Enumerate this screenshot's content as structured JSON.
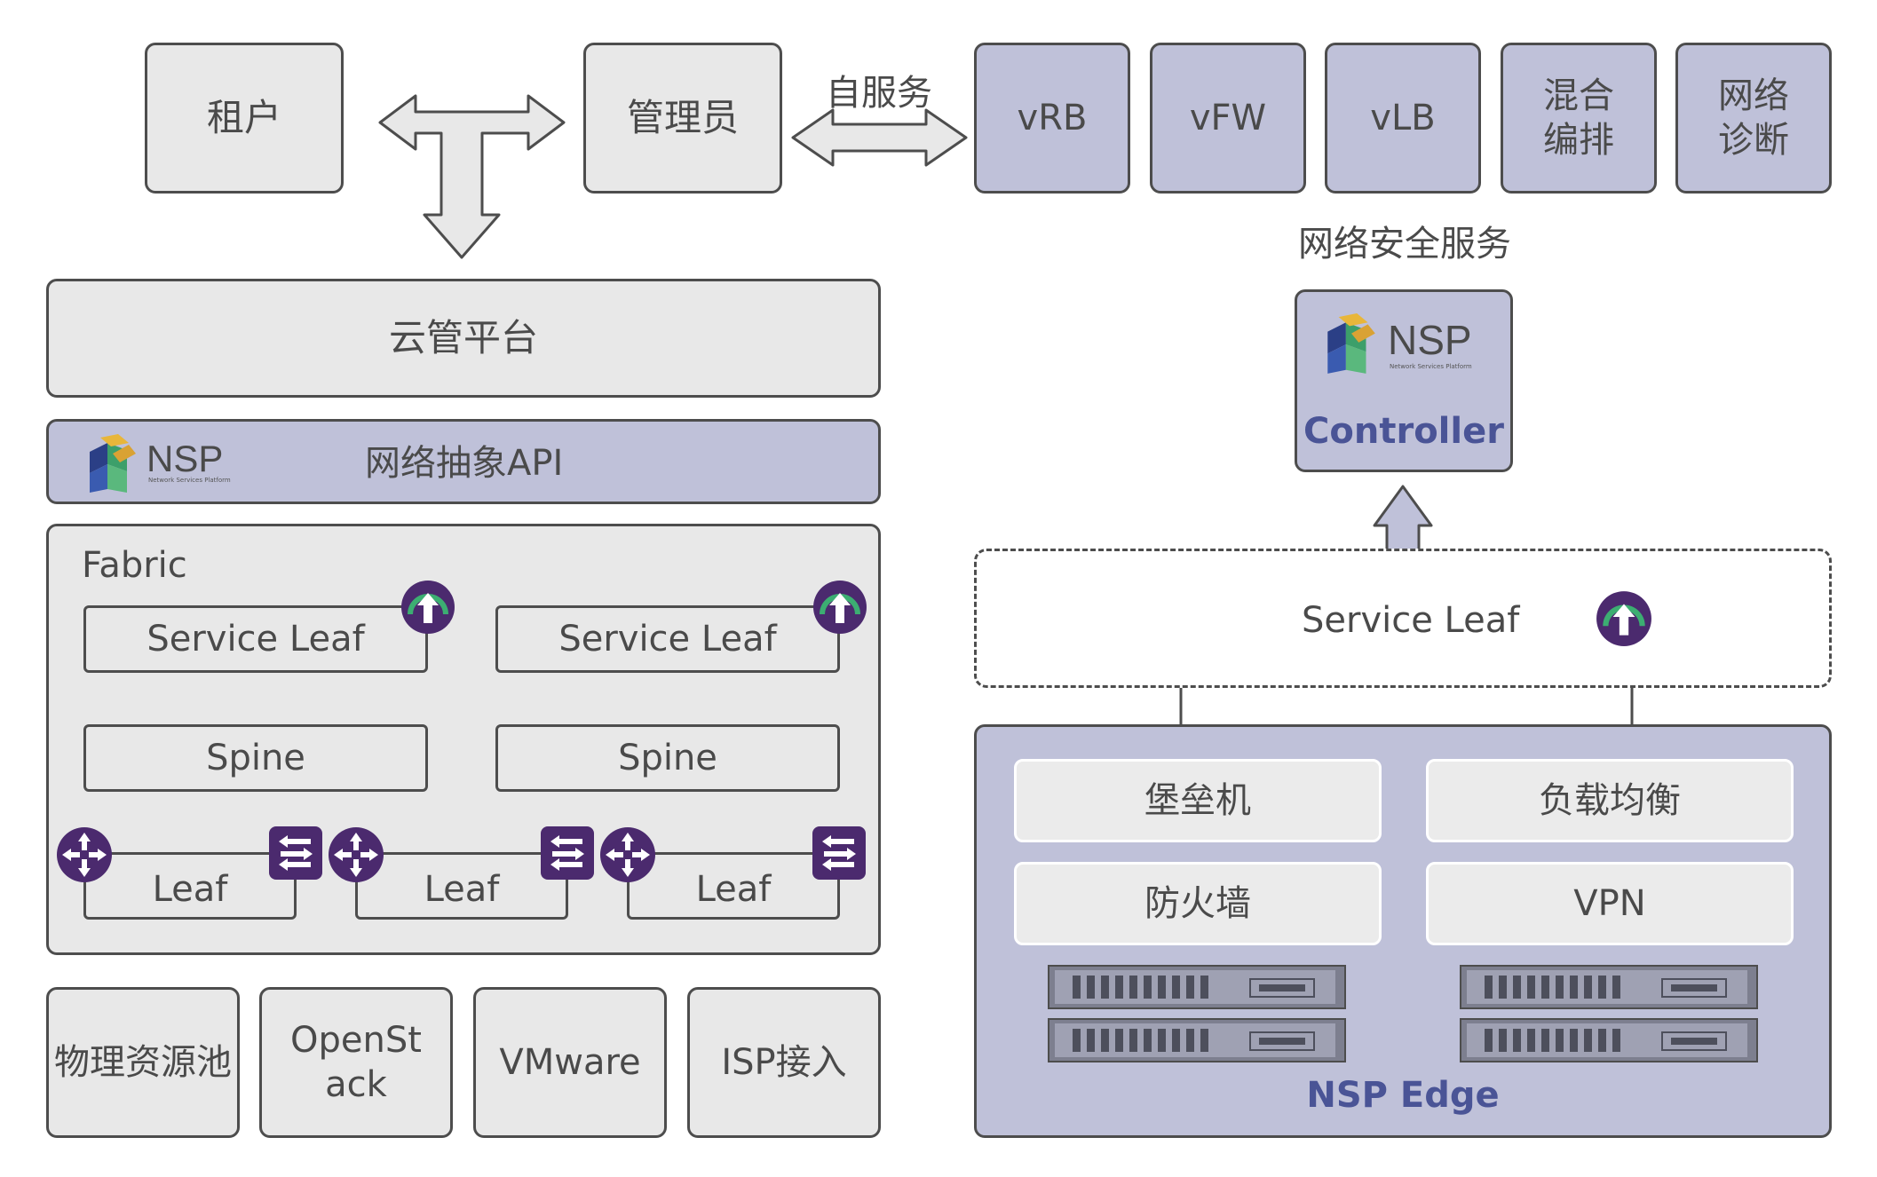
{
  "top": {
    "tenant": "租户",
    "admin": "管理员",
    "self_service": "自服务",
    "services": [
      "vRB",
      "vFW",
      "vLB",
      "混合\n编排",
      "网络\n诊断"
    ],
    "services_caption": "网络安全服务"
  },
  "left": {
    "cloud_platform": "云管平台",
    "nsp_logo_text": "NSP",
    "nsp_logo_sub": "Network Services Platform",
    "abstraction_api": "网络抽象API",
    "fabric_title": "Fabric",
    "service_leaf_1": "Service Leaf",
    "service_leaf_2": "Service Leaf",
    "spine_1": "Spine",
    "spine_2": "Spine",
    "leaf_1": "Leaf",
    "leaf_2": "Leaf",
    "leaf_3": "Leaf",
    "bottom": [
      "物理资源池",
      "OpenSt\nack",
      "VMware",
      "ISP接入"
    ]
  },
  "right": {
    "controller_logo_text": "NSP",
    "controller_logo_sub": "Network Services Platform",
    "controller_label": "Controller",
    "service_leaf": "Service Leaf",
    "edge_items": [
      "堡垒机",
      "负载均衡",
      "防火墙",
      "VPN"
    ],
    "edge_label": "NSP Edge"
  },
  "colors": {
    "border": "#4d4d4d",
    "gray_fill": "#e8e8e8",
    "blue_fill": "#bfc1d9",
    "icon_purple": "#4b2a6e",
    "accent_text": "#4a5496"
  }
}
